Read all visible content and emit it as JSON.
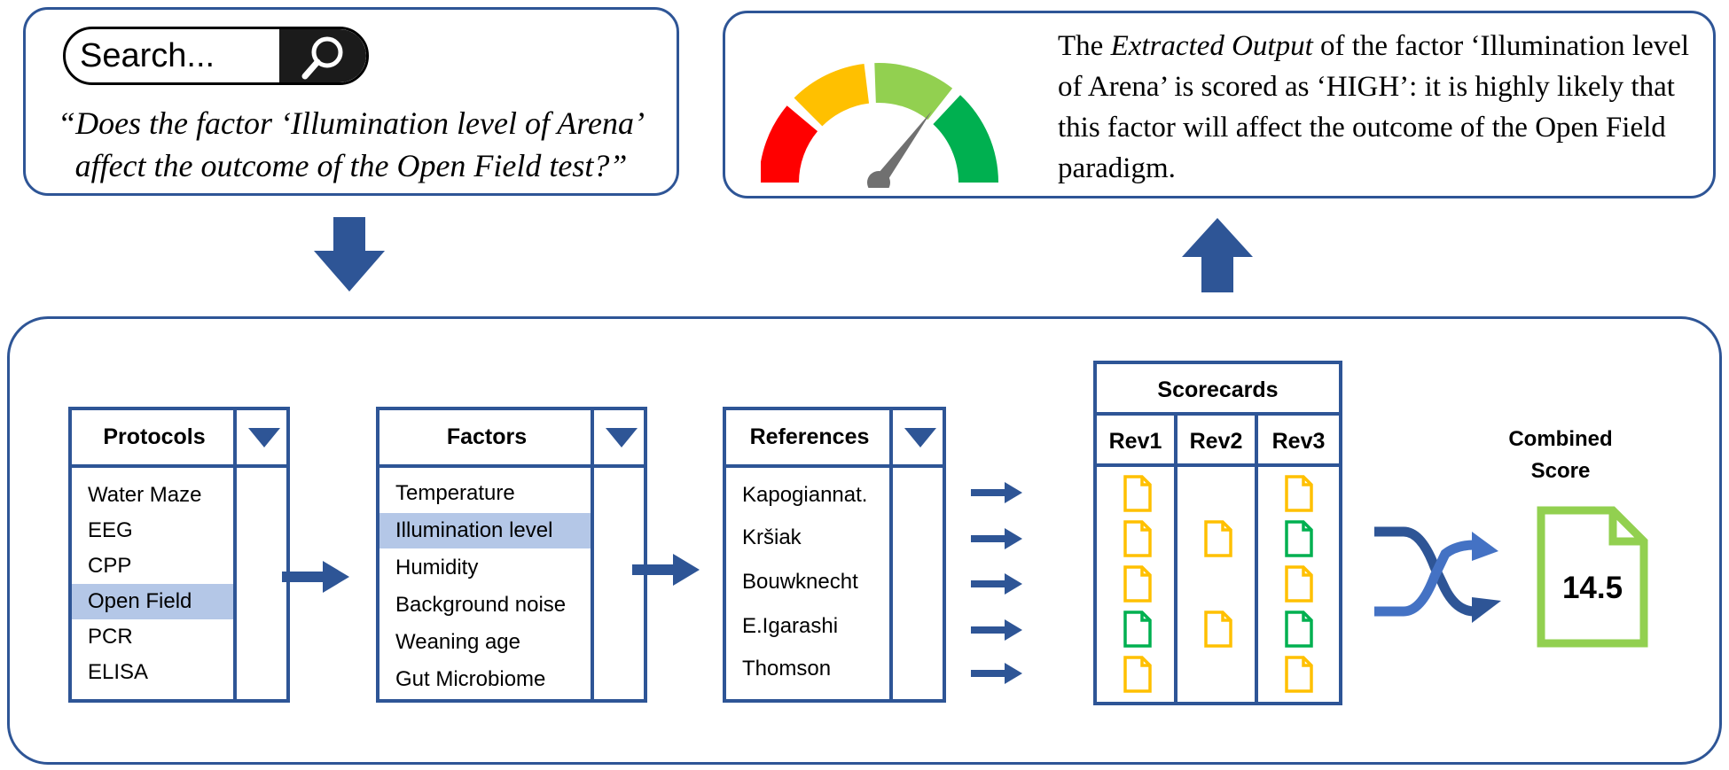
{
  "query": {
    "search_placeholder": "Search...",
    "question": "“Does the factor ‘Illumination level of Arena’ affect the outcome of the Open Field test?”"
  },
  "output": {
    "text_before": "The ",
    "text_em": "Extracted Output",
    "text_after": " of the factor ‘Illumination level of Arena’ is scored as ‘HIGH’: it is highly likely that this factor will affect the outcome of the Open Field paradigm.",
    "gauge_colors": [
      "#ff0000",
      "#ffc000",
      "#92d050",
      "#00b050"
    ],
    "gauge_level": "HIGH"
  },
  "colors": {
    "accent": "#2e5596",
    "selected": "#b4c7e7",
    "doc_yellow": "#ffc000",
    "doc_green": "#00b050",
    "score_green": "#92d050"
  },
  "protocols": {
    "title": "Protocols",
    "items": [
      "Water Maze",
      "EEG",
      "CPP",
      "Open Field",
      "PCR",
      "ELISA"
    ],
    "selected": "Open Field"
  },
  "factors": {
    "title": "Factors",
    "items": [
      "Temperature",
      "Illumination level",
      "Humidity",
      "Background noise",
      "Weaning age",
      "Gut Microbiome"
    ],
    "selected": "Illumination level"
  },
  "references": {
    "title": "References",
    "items": [
      "Kapogiannat.",
      "Kršiak",
      "Bouwknecht",
      "E.Igarashi",
      "Thomson"
    ]
  },
  "scorecards": {
    "title": "Scorecards",
    "columns": [
      {
        "label": "Rev1",
        "docs": [
          "yellow",
          "yellow",
          "yellow",
          "green",
          "yellow"
        ]
      },
      {
        "label": "Rev2",
        "docs": [
          "yellow",
          "yellow"
        ]
      },
      {
        "label": "Rev3",
        "docs": [
          "yellow",
          "green",
          "yellow",
          "green",
          "yellow"
        ]
      }
    ]
  },
  "combined": {
    "label_line1": "Combined",
    "label_line2": "Score",
    "value": "14.5"
  }
}
